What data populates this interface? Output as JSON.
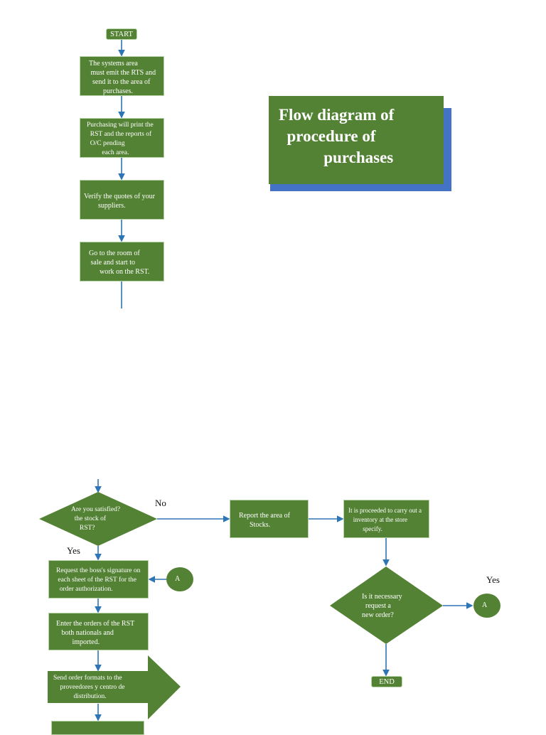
{
  "title": {
    "text": "Flow diagram of\n  procedure of\n           purchases"
  },
  "colors": {
    "node_fill": "#548235",
    "node_text": "#ffffff",
    "connector": "#2e75b6",
    "title_shadow": "#4472c4"
  },
  "nodes": {
    "start": "START",
    "step1": "The systems area\n must emit the RTS and\n  send it to the area of\n        purchases.",
    "step2": "Purchasing will print the\n  RST and the reports of\n  O/C pending\n         each area.",
    "step3": "Verify the quotes of your\n        suppliers.",
    "step4": "Go to the room of\n sale and start to\n      work on the RST.",
    "decision1": "Are you satisfied?\n  the stock of\n     RST?",
    "report": "Report the area of\n      Stocks.",
    "inventory": "It is proceeded to carry out a\n   inventory at the store\n         specify.",
    "decision2": "Is it necessary\n  request a\nnew order?",
    "request_signature": "Request the boss's signature on\n each sheet of the RST for the\n  order authorization.",
    "enter_orders": "Enter the orders of the RST\n   both nationals and\n         imported.",
    "send_formats": "Send order formats to the\n    proveedores y centro de\n            distribution.",
    "connector_a_left": "A",
    "connector_a_right": "A",
    "end": "END"
  },
  "labels": {
    "no": "No",
    "yes_left": "Yes",
    "yes_right": "Yes"
  }
}
